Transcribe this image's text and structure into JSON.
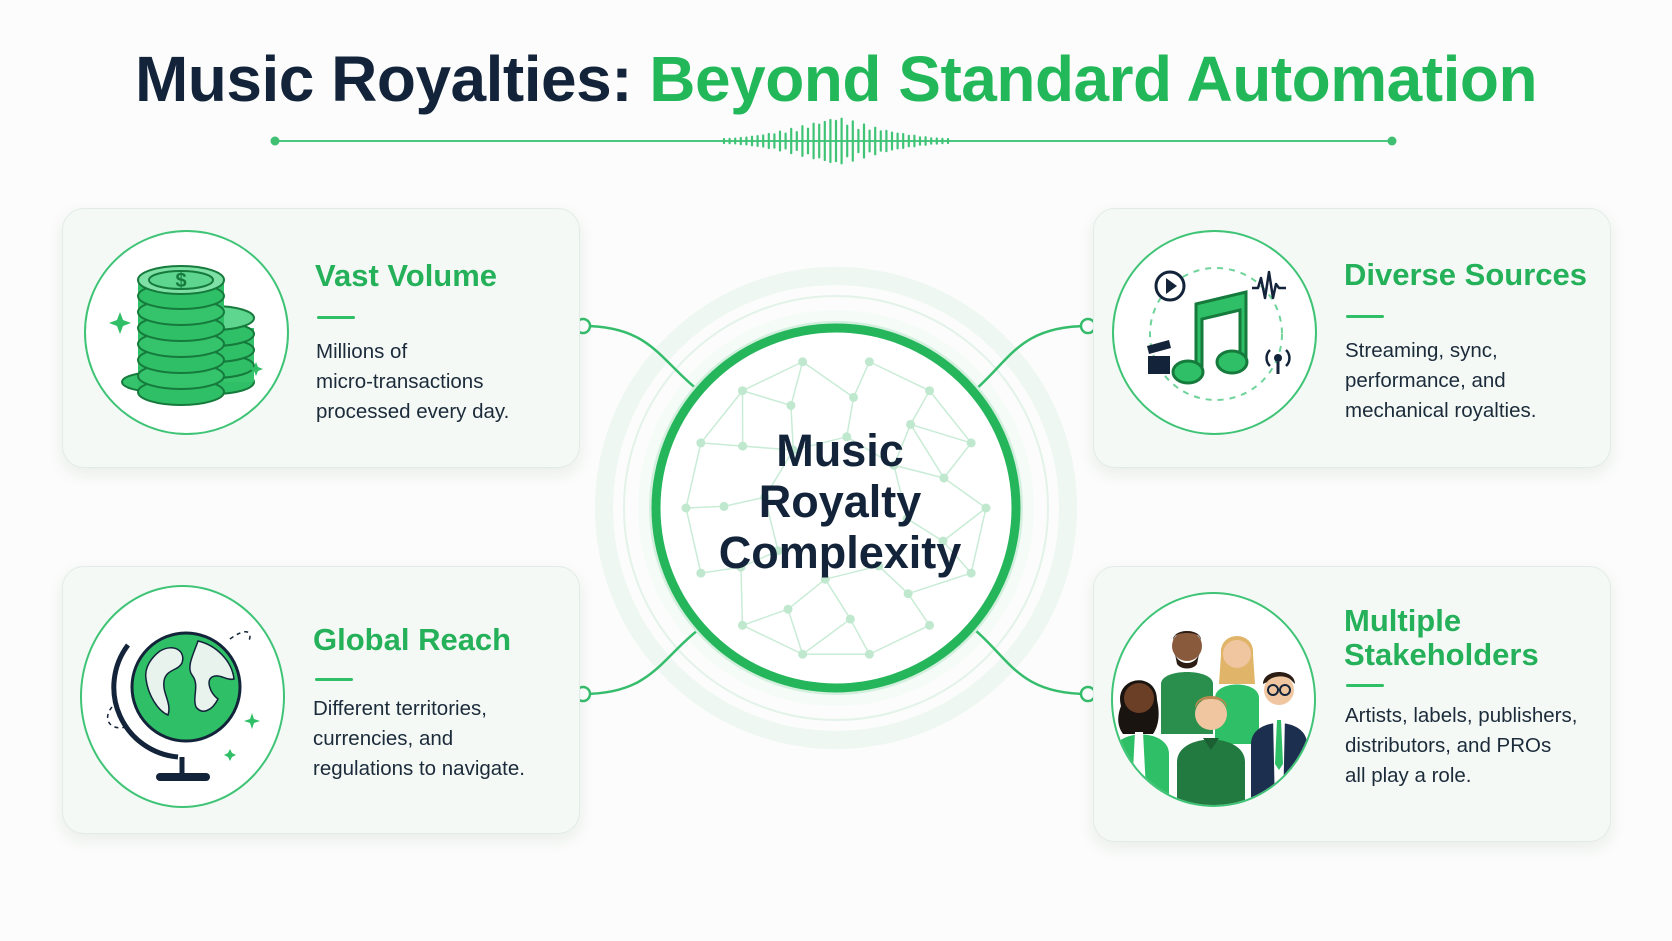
{
  "title": {
    "dark": "Music Royalties:",
    "green": "Beyond Standard Automation"
  },
  "center": {
    "lines": [
      "Music",
      "Royalty",
      "Complexity"
    ]
  },
  "cards": {
    "vast_volume": {
      "title_lines": [
        "Vast Volume"
      ],
      "body_lines": [
        "Millions of",
        "micro-transactions",
        "processed every day."
      ],
      "icon": "coin-stack-icon"
    },
    "diverse_sources": {
      "title_lines": [
        "Diverse Sources"
      ],
      "body_lines": [
        "Streaming, sync,",
        "performance, and",
        "mechanical royalties."
      ],
      "icon": "music-note-icon"
    },
    "global_reach": {
      "title_lines": [
        "Global Reach"
      ],
      "body_lines": [
        "Different territories,",
        "currencies, and",
        "regulations to navigate."
      ],
      "icon": "globe-icon"
    },
    "stakeholders": {
      "title_lines": [
        "Multiple",
        "Stakeholders"
      ],
      "body_lines": [
        "Artists, labels, publishers,",
        "distributors, and PROs",
        "all play a role."
      ],
      "icon": "people-group-icon"
    }
  },
  "colors": {
    "accent": "#22b85a",
    "dark_text": "#13243a",
    "card_bg": "#f4f9f6",
    "light_green": "#bfe8cf"
  }
}
